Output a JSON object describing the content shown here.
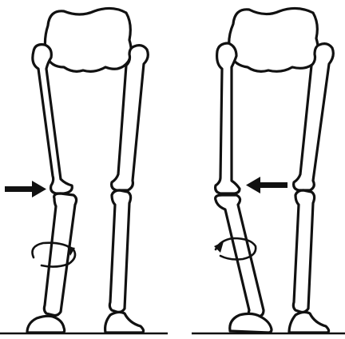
{
  "figure": {
    "panels": [
      {
        "id": "left",
        "arrow": "pointing-right",
        "rotation": "rotation-arrow"
      },
      {
        "id": "right",
        "arrow": "pointing-left",
        "rotation": "rotation-arrow"
      }
    ],
    "colors": {
      "line": "#111111",
      "fill": "#ffffff"
    }
  }
}
